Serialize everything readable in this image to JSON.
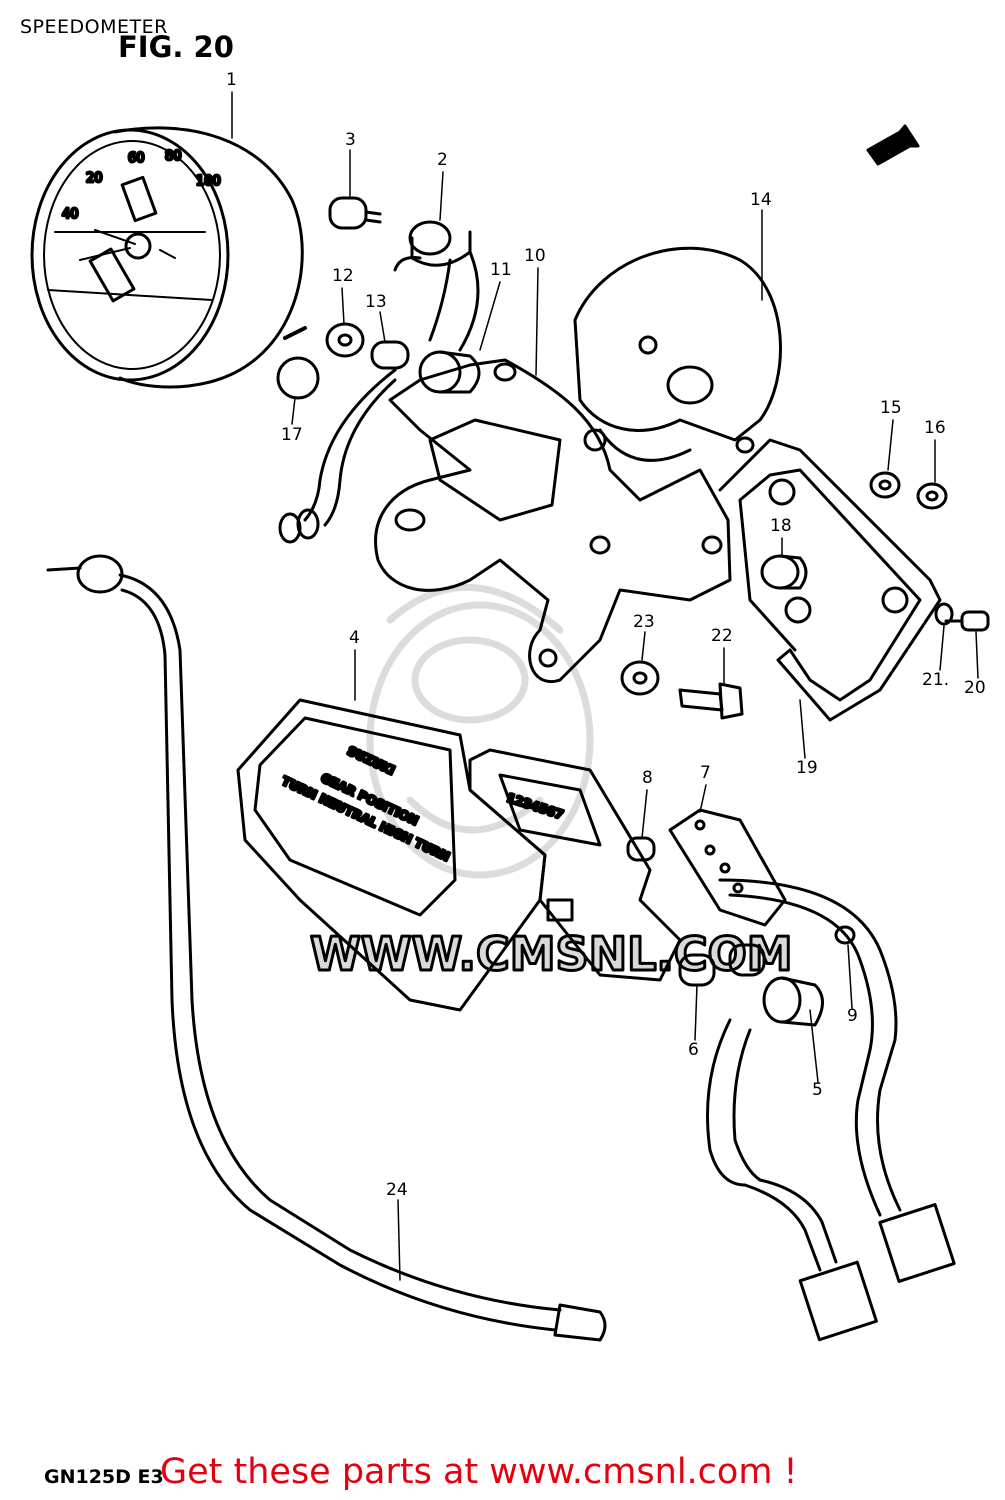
{
  "header": {
    "title": "SPEEDOMETER",
    "figure": "FIG. 20"
  },
  "badge": {
    "fwd": "FWD"
  },
  "dial": {
    "marks": [
      "20",
      "40",
      "60",
      "80",
      "100"
    ]
  },
  "panel": {
    "brand": "SUZUKI",
    "line1": "GEAR POSITION",
    "line2": "TURN NEUTRAL HIGH TURN"
  },
  "odometer": {
    "digits": "1234567"
  },
  "watermark": {
    "text": "WWW.CMSNL.COM"
  },
  "callouts": [
    {
      "id": "1",
      "label": "1"
    },
    {
      "id": "2",
      "label": "2"
    },
    {
      "id": "3",
      "label": "3"
    },
    {
      "id": "4",
      "label": "4"
    },
    {
      "id": "5",
      "label": "5"
    },
    {
      "id": "6",
      "label": "6"
    },
    {
      "id": "7",
      "label": "7"
    },
    {
      "id": "8",
      "label": "8"
    },
    {
      "id": "9",
      "label": "9"
    },
    {
      "id": "10",
      "label": "10"
    },
    {
      "id": "11",
      "label": "11"
    },
    {
      "id": "12",
      "label": "12"
    },
    {
      "id": "13",
      "label": "13"
    },
    {
      "id": "14",
      "label": "14"
    },
    {
      "id": "15",
      "label": "15"
    },
    {
      "id": "16",
      "label": "16"
    },
    {
      "id": "17",
      "label": "17"
    },
    {
      "id": "18",
      "label": "18"
    },
    {
      "id": "19",
      "label": "19"
    },
    {
      "id": "20",
      "label": "20"
    },
    {
      "id": "21",
      "label": "21."
    },
    {
      "id": "22",
      "label": "22"
    },
    {
      "id": "23",
      "label": "23"
    },
    {
      "id": "24",
      "label": "24"
    }
  ],
  "footer": {
    "model": "GN125D E3",
    "promo": "Get these parts at www.cmsnl.com !"
  }
}
